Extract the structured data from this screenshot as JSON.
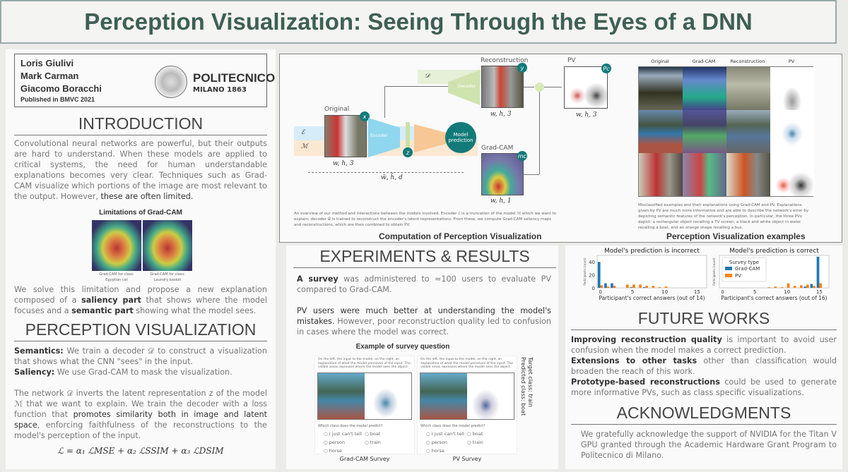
{
  "title": "Perception Visualization: Seeing Through the Eyes of a DNN",
  "authors": [
    "Loris Giulivi",
    "Mark Carman",
    "Giacomo Boracchi"
  ],
  "published": "Published in BMVC 2021",
  "logo": {
    "name": "POLITECNICO",
    "sub": "MILANO 1863"
  },
  "intro": {
    "heading": "INTRODUCTION",
    "text": "Convolutional neural networks are powerful, but their outputs are hard to understand. When these models are applied to critical systems, the need for human understandable explanations becomes very clear. Techniques such as Grad-CAM visualize which portions of the image are most relevant to the output. However, ",
    "bold": "these are often limited.",
    "fig_title": "Limitations of Grad-CAM",
    "fig_caps": [
      "Grad-CAM for class: Egyptian cat",
      "Grad-CAM for class: Laundry basket"
    ],
    "after_a": "We solve this limitation and propose a new explanation composed of a ",
    "after_b": "saliency part",
    "after_c": " that shows where the model focuses and a ",
    "after_d": "semantic part",
    "after_e": " showing what the model sees."
  },
  "pv": {
    "heading": "PERCEPTION VISUALIZATION",
    "sem_label": "Semantics:",
    "sem_text": " We train a decoder 𝒟 to construct a visualization that shows what the CNN \"sees\" in the input.",
    "sal_label": "Saliency:",
    "sal_text": " We use Grad-CAM to mask the visualization.",
    "p2a": "The network 𝒟 inverts the latent representation z of the model ℳ that we want to explain. We train the decoder with a loss function that ",
    "p2b": "promotes similarity both in image and latent space",
    "p2c": ", enforcing faithfulness of the reconstructions to the model's perception of the input.",
    "formula": "ℒ = α₁ ℒMSE + α₂ ℒSSIM + α₃ ℒDSIM"
  },
  "diagram": {
    "original": "Original",
    "reconstruction": "Reconstruction",
    "gradcam": "Grad-CAM",
    "pv": "PV",
    "model_prediction": "Model prediction",
    "encoder": "Encoder",
    "decoder": "Decoder",
    "E": "ℰ",
    "M": "ℳ",
    "D": "𝒟",
    "x": "x",
    "y": "y",
    "z": "z",
    "mc": "mc",
    "pc": "Pc",
    "dim_whd3": "w, h, 3",
    "dim_whd1": "w, h, 1",
    "dim_latent": "w̃, h̃, d",
    "caption": "An overview of our method and interactions between the models involved. Encoder ℰ is a truncation of the model ℳ which we want to explain; decoder 𝒟 is trained to reconstruct the encoder's latent representations. From these, we compute Grad-CAM saliency maps and reconstructions, which are then combined to obtain PV.",
    "title": "Computation of Perception Visualization"
  },
  "examples": {
    "columns": [
      "Original",
      "Grad-CAM",
      "Reconstruction",
      "PV"
    ],
    "caption": "Misclassified examples and their explanations using Grad-CAM and PV. Explanations given by PV are much more informative and are able to describe the network's error by depicting semantic features of the network's perception. In particular, the three PVs depict: a rectangular object recalling a TV screen, a black and white object in water recalling a boat, and an orange shape recalling a bus.",
    "title": "Perception Visualization examples"
  },
  "experiments": {
    "heading": "EXPERIMENTS & RESULTS",
    "p1a": "A survey",
    "p1b": " was administered to ≈100 users to evaluate PV compared to Grad-CAM.",
    "p2a": "PV users were much better at understanding the model's mistakes.",
    "p2b": " However, poor reconstruction quality led to confusion in cases where the model was correct.",
    "survey_title": "Example of survey question",
    "survey_instr": "On the left, the input to the model, on the right, an explanation of what the model perceives of the input. The visible areas represent where the model sees the object.",
    "survey_q": "Which class does the model predict?",
    "options": [
      "I just can't tell",
      "boat",
      "person",
      "train",
      "horse"
    ],
    "labels": [
      "Grad-CAM Survey",
      "PV Survey"
    ],
    "target": "Target class: train",
    "predicted": "Predicted class: boat"
  },
  "future": {
    "heading": "FUTURE WORKS",
    "items": [
      {
        "b": "Improving reconstruction quality",
        "t": " is important to avoid user confusion when the model makes a correct prediction."
      },
      {
        "b": "Extensions to other tasks",
        "t": " other than classification would broaden the reach of this work."
      },
      {
        "b": "Prototype-based reconstructions",
        "t": " could be used to generate more informative PVs, such as class specific visualizations."
      }
    ]
  },
  "ack": {
    "heading": "ACKNOWLEDGMENTS",
    "text": "We gratefully acknowledge the support of NVIDIA for the Titan V GPU granted through the Academic Hardware Grant Program to Politecnico di Milano."
  },
  "colors": {
    "gradcam": "#1f77b4",
    "pv": "#ff7f0e",
    "accent": "#137a7a",
    "title": "#3e5f55"
  },
  "chart_data": [
    {
      "type": "bar",
      "title": "Model's prediction is incorrect",
      "xlabel": "Participant's correct answers (out of 14)",
      "ylabel": "Participants (count)",
      "xlim": [
        -0.5,
        16.5
      ],
      "ylim": [
        0,
        50
      ],
      "xticks": [
        0,
        5,
        10,
        15
      ],
      "yticks": [
        0,
        20,
        40
      ],
      "legend": null,
      "series": [
        {
          "name": "Grad-CAM",
          "x": [
            0,
            1,
            2,
            5,
            7
          ],
          "values": [
            40,
            7,
            7,
            1,
            1
          ]
        },
        {
          "name": "PV",
          "x": [
            0,
            1,
            2,
            4,
            5,
            6,
            7,
            8,
            9,
            10
          ],
          "values": [
            4,
            2,
            3,
            5,
            5,
            5,
            3,
            3,
            1,
            2
          ]
        }
      ]
    },
    {
      "type": "bar",
      "title": "Model's prediction is correct",
      "xlabel": "Participant's correct answers (out of 16)",
      "ylabel": "Participants (count)",
      "xlim": [
        -0.5,
        16.5
      ],
      "ylim": [
        0,
        50
      ],
      "xticks": [
        0,
        5,
        10,
        15
      ],
      "yticks": [],
      "legend": "top-left",
      "legend_title": "Survey type",
      "series": [
        {
          "name": "Grad-CAM",
          "x": [
            13,
            14,
            15
          ],
          "values": [
            2,
            6,
            48
          ]
        },
        {
          "name": "PV",
          "x": [
            7,
            8,
            9,
            10,
            11,
            12,
            13,
            14,
            15
          ],
          "values": [
            1,
            2,
            1,
            7,
            3,
            4,
            5,
            3,
            7
          ]
        }
      ]
    }
  ]
}
